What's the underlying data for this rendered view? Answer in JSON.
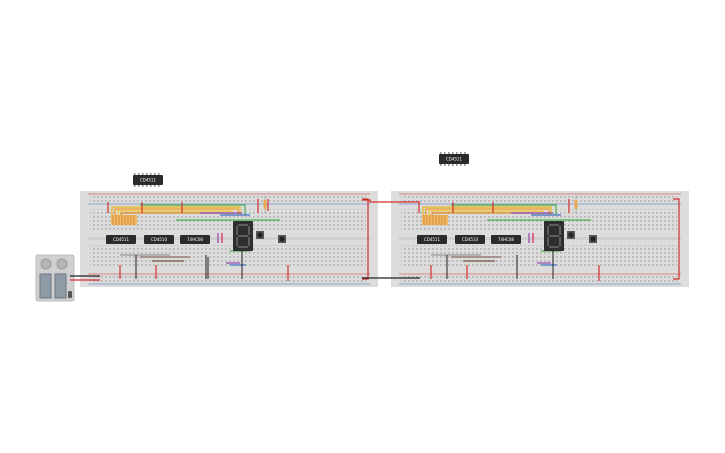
{
  "floating_chips": [
    {
      "label": "CD4511"
    },
    {
      "label": "CD4511"
    }
  ],
  "boards": [
    {
      "chips": [
        {
          "label": "CD4511"
        },
        {
          "label": "CD4510"
        },
        {
          "label": "74HC08"
        }
      ],
      "display_digit": "8"
    },
    {
      "chips": [
        {
          "label": "CD4511"
        },
        {
          "label": "CD4510"
        },
        {
          "label": "74HC08"
        }
      ],
      "display_digit": "8"
    }
  ],
  "colors": {
    "breadboard": "#dcdcdc",
    "rail_red": "#d32f2f",
    "rail_blue": "#3b6fc4",
    "wire_black": "#222222",
    "chip_body": "#2b2b2b",
    "display_body": "#2e2e2e",
    "segment_on": "#5d5d5d",
    "resistor": "#e8a94c",
    "battery_case": "#cfcfcf"
  },
  "icons": {
    "battery": "battery-pack-icon",
    "switch": "slide-switch-icon"
  }
}
